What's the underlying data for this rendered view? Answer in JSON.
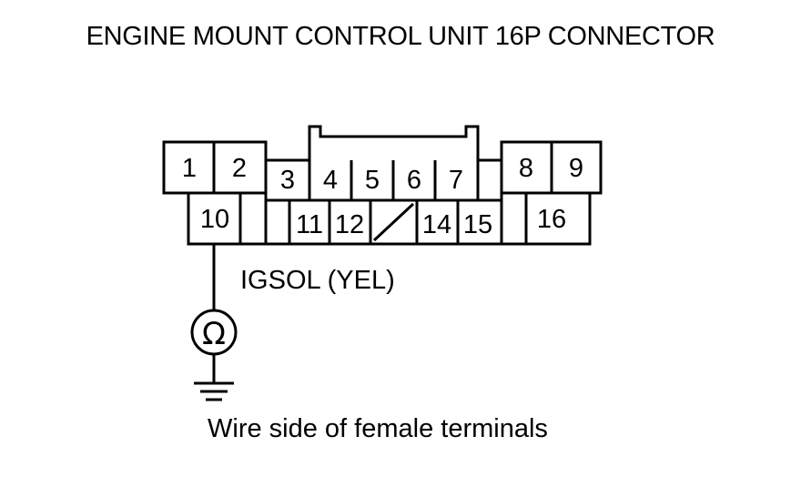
{
  "title": "ENGINE MOUNT CONTROL UNIT 16P CONNECTOR",
  "pins": [
    "1",
    "2",
    "3",
    "4",
    "5",
    "6",
    "7",
    "8",
    "9",
    "10",
    "11",
    "12",
    "14",
    "15",
    "16"
  ],
  "wire_label": "IGSOL (YEL)",
  "meter_symbol": "Ω",
  "caption": "Wire side of female terminals",
  "meter_icon": "ohmmeter-icon",
  "ground_icon": "ground-icon"
}
